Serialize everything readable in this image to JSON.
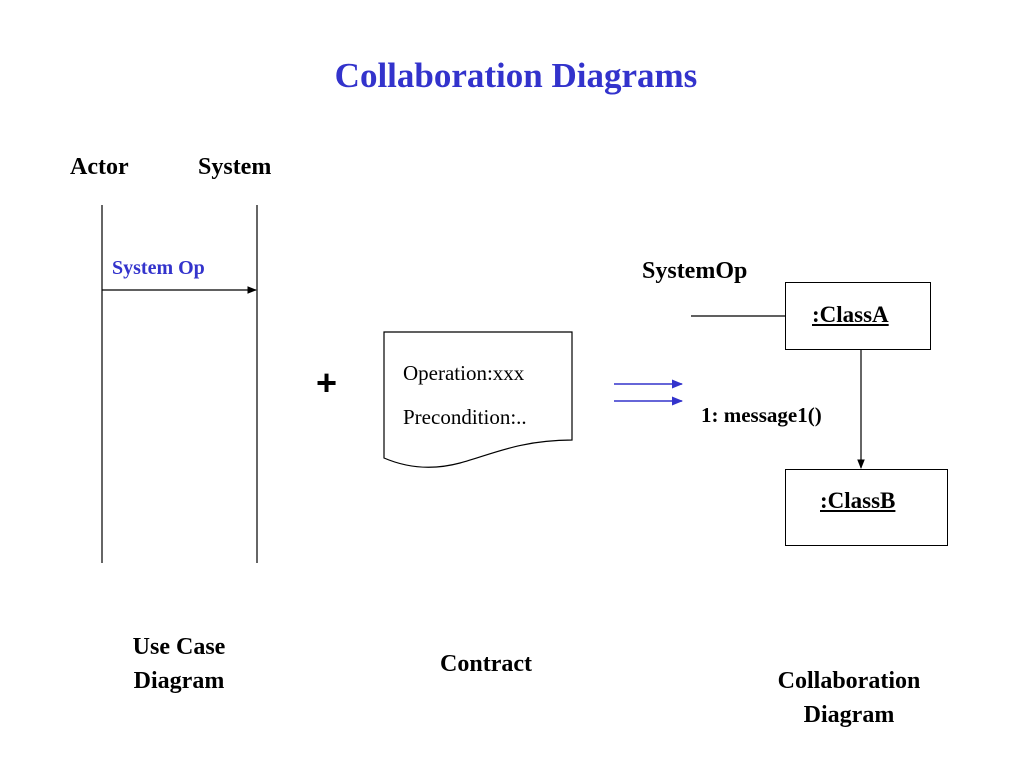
{
  "title": "Collaboration Diagrams",
  "use_case": {
    "actor_label": "Actor",
    "system_label": "System",
    "message_label": "System Op",
    "caption_line1": "Use Case",
    "caption_line2": "Diagram"
  },
  "plus_sign": "+",
  "contract": {
    "operation_text": "Operation:xxx",
    "precondition_text": "Precondition:..",
    "caption": "Contract"
  },
  "collaboration": {
    "incoming_label": "SystemOp",
    "class_a_label": ":ClassA",
    "class_b_label": ":ClassB",
    "message_label": "1: message1()",
    "caption_line1": "Collaboration",
    "caption_line2": "Diagram"
  },
  "colors": {
    "title": "#3333cc",
    "message_highlight": "#3333cc",
    "transform_arrows": "#3333cc",
    "lines": "#000000"
  }
}
